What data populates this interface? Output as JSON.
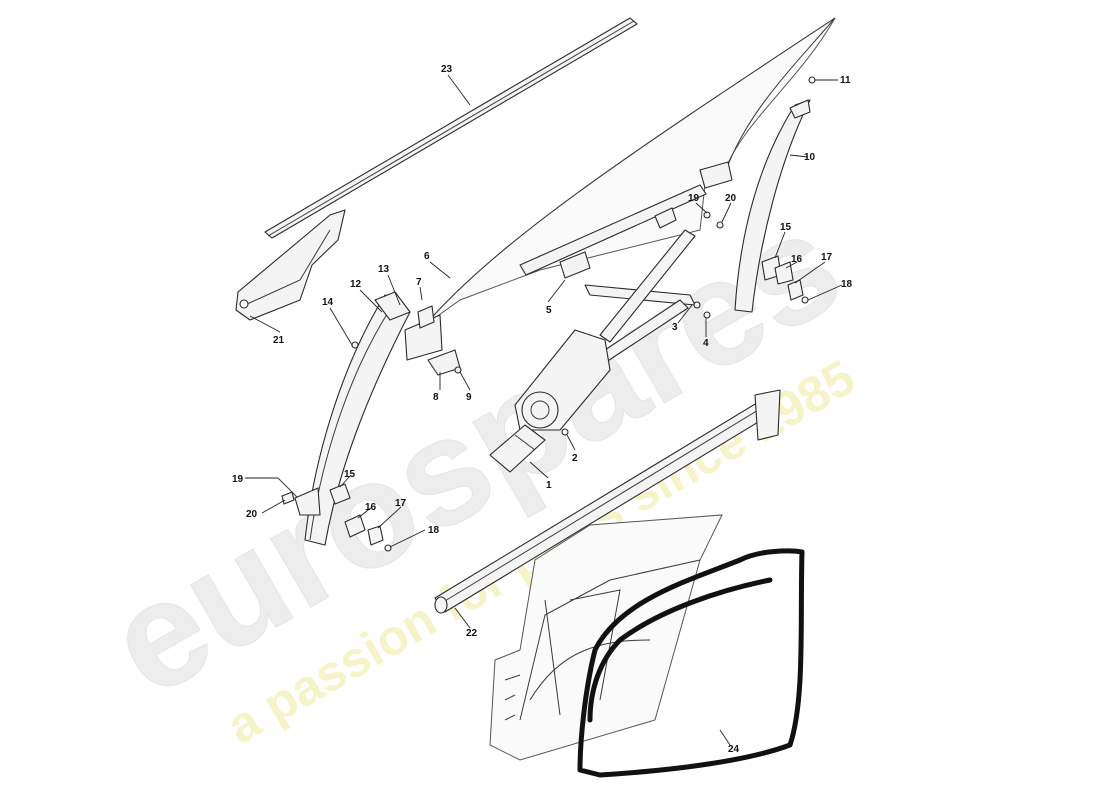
{
  "watermark": {
    "brand": "eurospares",
    "tagline": "a passion for parts since 1985",
    "brand_color": "#e6e6e6",
    "tagline_color": "#f3f0b0"
  },
  "callouts": {
    "c1": "1",
    "c2": "2",
    "c3": "3",
    "c4": "4",
    "c5": "5",
    "c6": "6",
    "c7": "7",
    "c8": "8",
    "c9": "9",
    "c10": "10",
    "c11": "11",
    "c12": "12",
    "c13": "13",
    "c14": "14",
    "c15a": "15",
    "c15b": "15",
    "c16a": "16",
    "c16b": "16",
    "c17a": "17",
    "c17b": "17",
    "c18a": "18",
    "c18b": "18",
    "c19a": "19",
    "c19b": "19",
    "c20a": "20",
    "c20b": "20",
    "c21": "21",
    "c22": "22",
    "c23": "23",
    "c24": "24"
  }
}
